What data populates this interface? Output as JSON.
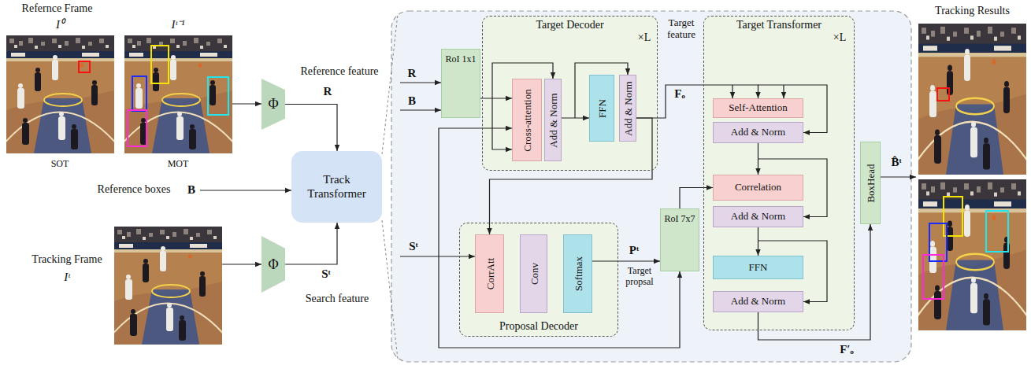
{
  "diagram": {
    "nodes": [
      {
        "text": [
          "Φ"
        ]
      },
      {
        "text": [
          "Track Transformer"
        ]
      },
      {
        "text": [
          "Φ"
        ]
      },
      {
        "text": [
          "RoI 1x1"
        ]
      },
      {
        "text": [
          "Target Decoder"
        ]
      },
      {
        "text": [
          "Cross-attention"
        ],
        "in": 4
      },
      {
        "text": [
          "Add & Norm"
        ],
        "in": 4
      },
      {
        "text": [
          "FFN"
        ],
        "in": 4
      },
      {
        "text": [
          "Add & Norm"
        ],
        "in": 4
      },
      {
        "text": [
          "Target Transformer"
        ]
      },
      {
        "text": [
          "Self-Attention"
        ],
        "in": 9
      },
      {
        "text": [
          "Add & Norm"
        ],
        "in": 9
      },
      {
        "text": [
          "Correlation"
        ],
        "in": 9
      },
      {
        "text": [
          "Add & Norm"
        ],
        "in": 9
      },
      {
        "text": [
          "FFN"
        ],
        "in": 9
      },
      {
        "text": [
          "Add & Norm"
        ],
        "in": 9
      },
      {
        "text": [
          "Proposal Decoder"
        ]
      },
      {
        "text": [
          "CorrAtt"
        ],
        "in": 16
      },
      {
        "text": [
          "Conv"
        ],
        "in": 16
      },
      {
        "text": [
          "Softmax"
        ],
        "in": 16
      },
      {
        "text": [
          "RoI 7x7"
        ]
      },
      {
        "text": [
          "BoxHead"
        ]
      }
    ],
    "edges": [
      {
        "from": 0,
        "to": 1,
        "arrow": "to"
      },
      {
        "from": 2,
        "to": 1,
        "arrow": "to"
      },
      {
        "from": 3,
        "to": 5,
        "arrow": "to"
      },
      {
        "from": 6,
        "to": 7,
        "arrow": "to"
      },
      {
        "from": 8,
        "to": 10,
        "arrow": "to"
      },
      {
        "from": 8,
        "to": 17,
        "arrow": "to"
      },
      {
        "from": 11,
        "to": 12,
        "arrow": "to"
      },
      {
        "from": 13,
        "to": 14,
        "arrow": "to"
      },
      {
        "from": 15,
        "to": 21,
        "arrow": "to"
      },
      {
        "from": 19,
        "to": 20,
        "arrow": "to"
      },
      {
        "from": 20,
        "to": 12,
        "arrow": "to"
      }
    ],
    "labels": [
      "Refernce Frame",
      "I⁰",
      "Iᵗ⁻¹",
      "SOT",
      "MOT",
      "Reference feature",
      "R",
      "Reference boxes",
      "B",
      "Tracking Frame",
      "Iᵗ",
      "Sᵗ",
      "Search feature",
      "R",
      "B",
      "Sᵗ",
      "×L",
      "Target feature",
      "Fₒ",
      "×L",
      "Pᵗ",
      "Target propsal",
      "B̂ᵗ",
      "F′ₒ",
      "Tracking Results"
    ]
  }
}
